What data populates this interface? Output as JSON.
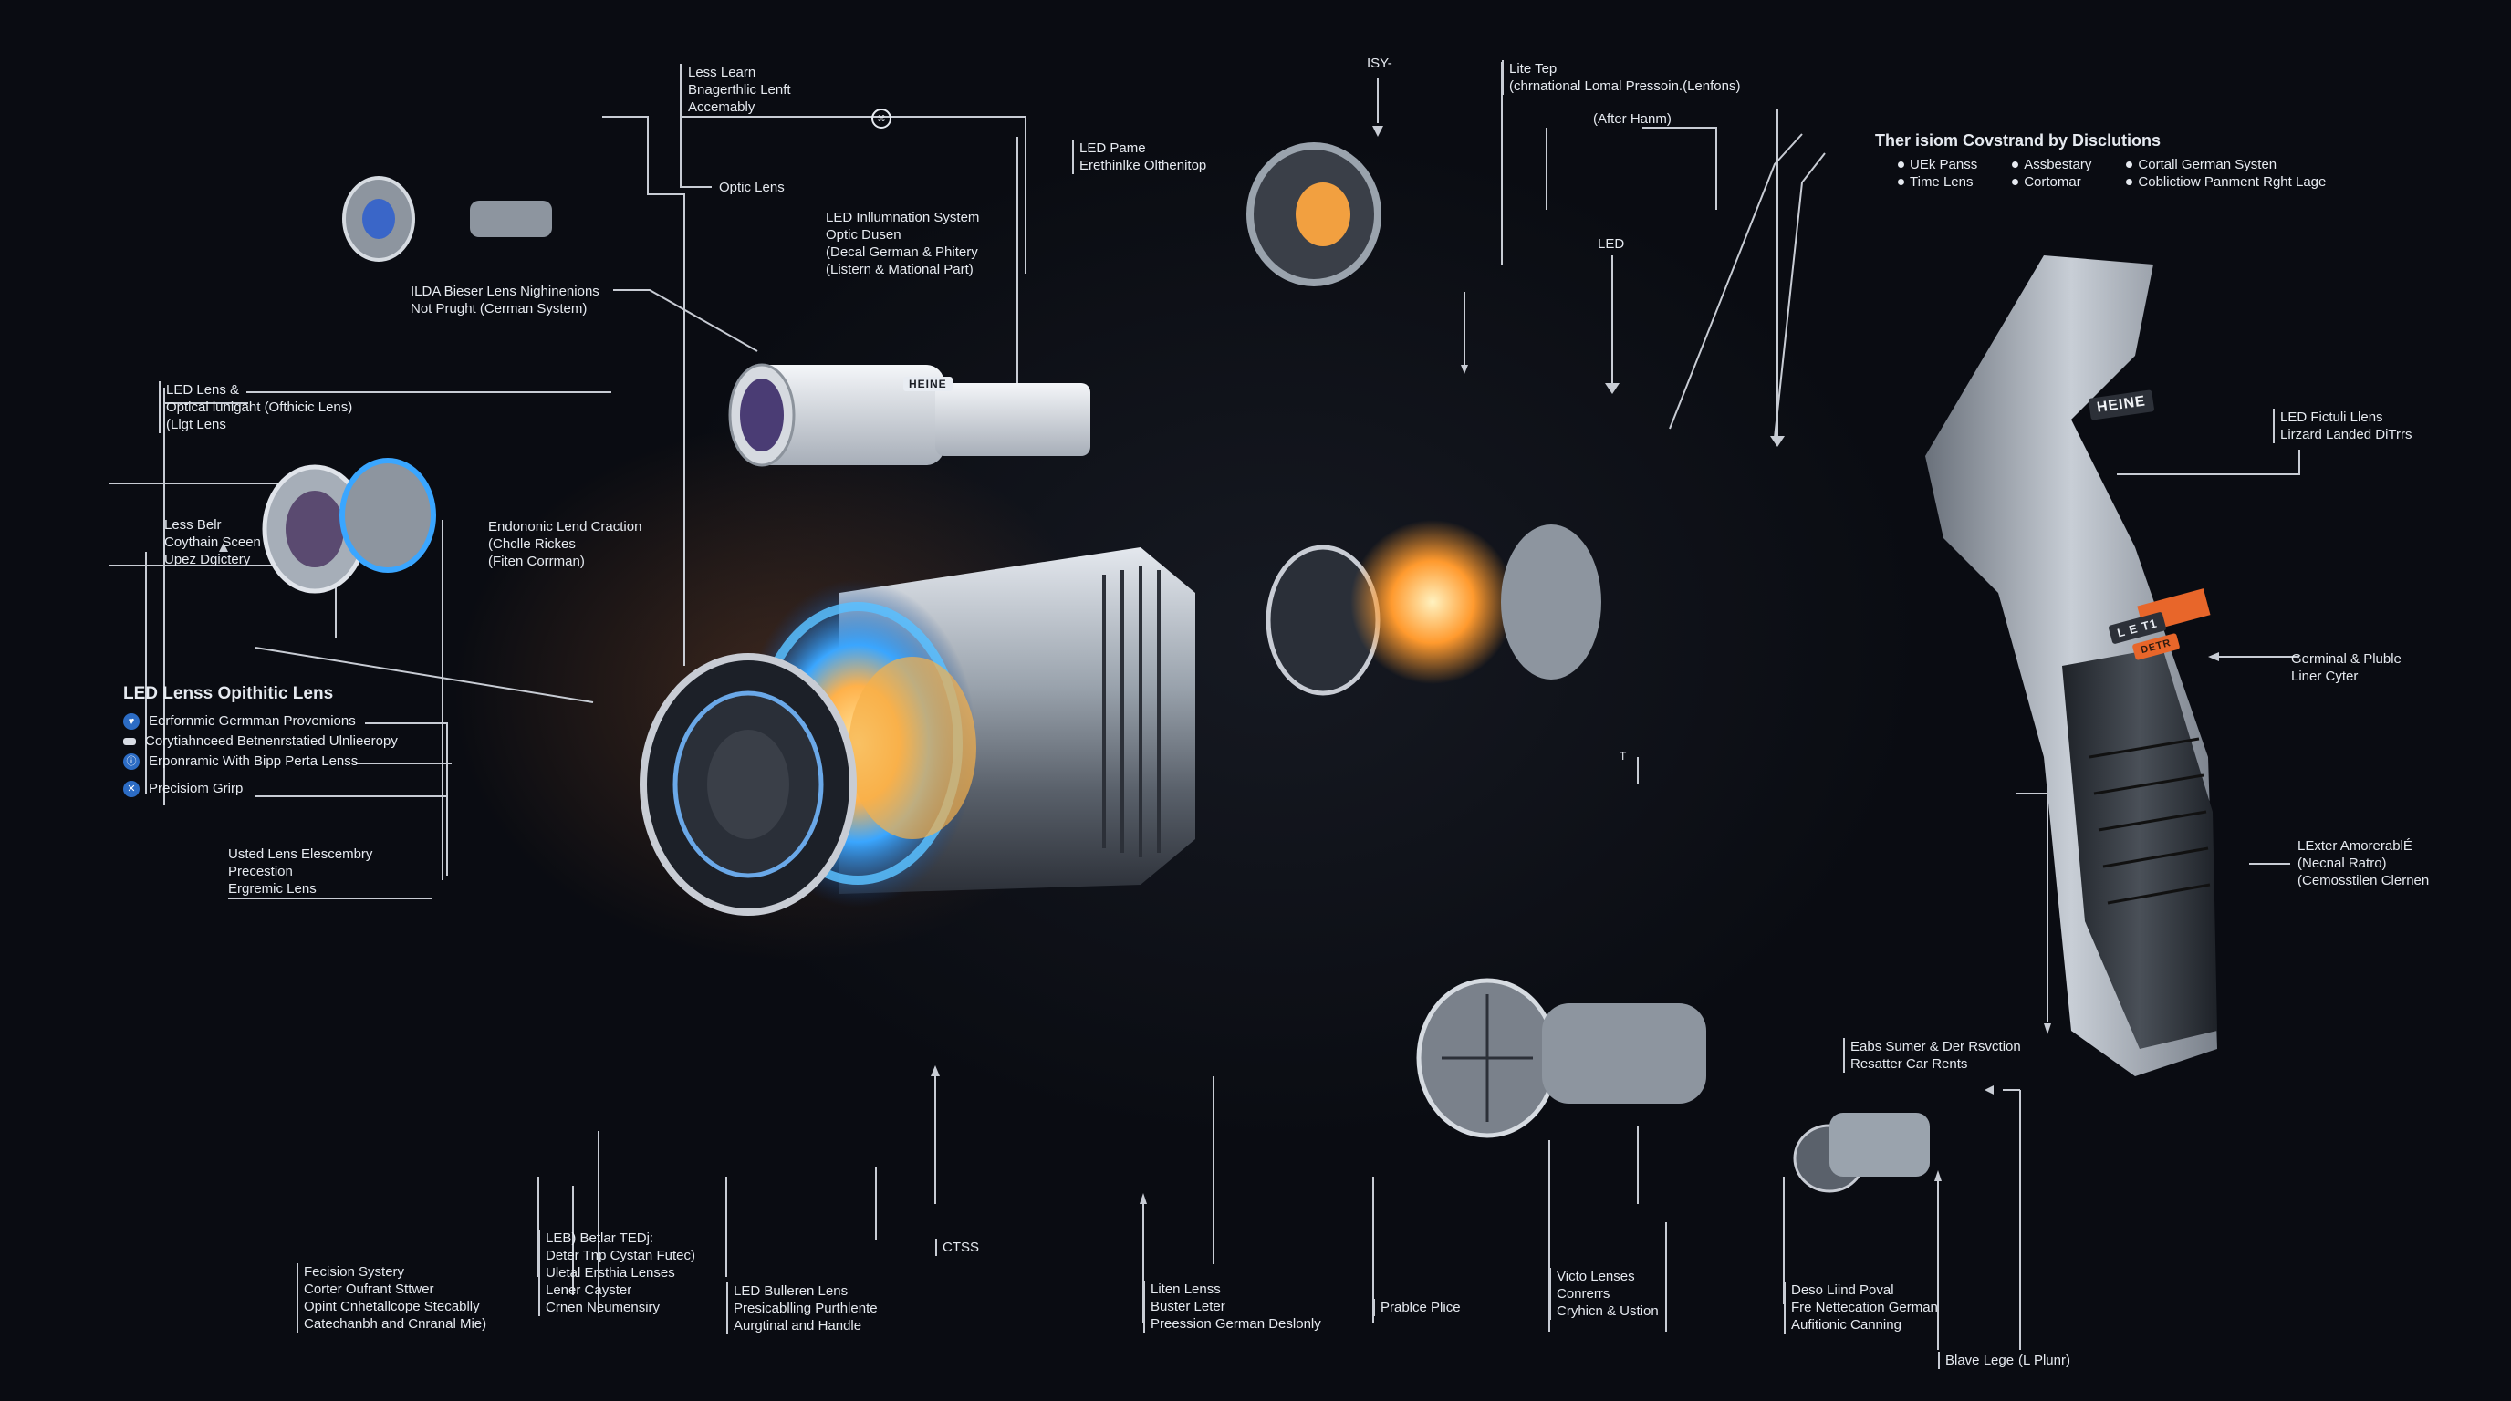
{
  "diagram": {
    "type": "exploded-view illustration",
    "subject": "HEINE ophthalmic instrument",
    "brand_marks": [
      "HEINE",
      "HEINE",
      "L E T1",
      "DETR"
    ],
    "accent_colors": {
      "background": "#0a0c12",
      "led_blue": "#3aa6ff",
      "led_orange": "#ff9a2e",
      "metal": "#9aa3ad",
      "handle_orange": "#e8662a",
      "line": "#c8ccd4"
    }
  },
  "labels": {
    "less_learn": [
      "Less Learn",
      "Bnagerthlic Lenft",
      "Accemably"
    ],
    "optic_lens": "Optic Lens",
    "led_illumination": [
      "LED Inllumnation System",
      "Optic Dusen",
      "(Decal German & Phitery",
      "(Listern & Mational Part)"
    ],
    "led_frame": [
      "LED Pame",
      "Erethinlke Olthenitop"
    ],
    "isy": "ISY-",
    "lite_top": [
      "Lite Tep",
      "(chrnational Lomal Pressoin.(Lenfons)"
    ],
    "after_hann": "(After Hanm)",
    "led": "LED",
    "ilda": [
      "ILDA Bieser Lens Nighinenions",
      "Not Prught (Cerman System)"
    ],
    "led_lens_optical": [
      "LED Lens &",
      "Optical lunigaht (Ofthicic Lens)",
      "(Llgt Lens"
    ],
    "less_belt": [
      "Less Belr",
      "Coythain Sceen",
      "Upez Dgictery"
    ],
    "endonomic": [
      "Endononic Lend Craction",
      "(Chclle Rickes",
      "(Fiten Corrman)"
    ],
    "used_lens": [
      "Usted Lens Elescembry",
      "Precestion",
      "Ergremic Lens"
    ],
    "precision_system": [
      "Fecision Systery",
      "Corter Oufrant Sttwer",
      "Opint Cnhetallcope Stecablly",
      "Catechanbh and Cnranal Mie)"
    ],
    "leb_betlar": [
      "LEB) Betlar TEDj:",
      "Deter Tnp Cystan Futec)",
      "Uletal Ersthia Lenses",
      "Lener Cayster",
      "Crnen Neumensiry"
    ],
    "led_bulleren": [
      "LED Bulleren Lens",
      "Presicablling Purthlente",
      "Aurgtinal and Handle"
    ],
    "ctss": "CTSS",
    "liten_lens": [
      "Liten Lenss",
      "Buster Leter",
      "Preession German Deslonly"
    ],
    "prablce_plice": "Prablce Plice",
    "victo_lenses": [
      "Victo Lenses",
      "Conrerrs",
      "Cryhicn & Ustion"
    ],
    "deso_liind": [
      "Deso Liind Poval",
      "Fre Nettecation German",
      "Aufitionic Canning"
    ],
    "blave_lege": "Blave Lege",
    "l_plunr": "(L Plunr)",
    "eabs_sumer": [
      "Eabs Sumer & Der Rsvction",
      "Resatter Car Rents"
    ],
    "led_fictuli": [
      "LED Fictuli Llens",
      "Lirzard Landed DiTrrs"
    ],
    "germinal": [
      "Germinal & Pluble",
      "Liner Cyter"
    ],
    "lexter": [
      "LExter AmorerablÉ",
      "(Necnal Ratro)",
      "(Cemosstilen Clernen"
    ],
    "t_mark": "T"
  },
  "feature_box": {
    "title": "LED Lenss Opithitic Lens",
    "items": [
      {
        "icon": "heart-shield-icon",
        "text": "Eerfornmic Germman Provemions"
      },
      {
        "icon": "bar-icon",
        "text": "Corytiahnceed Betnenrstatied Ulnlieeropy"
      },
      {
        "icon": "info-circle-icon",
        "text": "Erponramic With Bipp Perta Lenss"
      },
      {
        "icon": "x-circle-icon",
        "text": "Precisiom Grirp"
      }
    ]
  },
  "legend_box": {
    "title": "Ther isiom Covstrand by Disclutions",
    "columns": [
      [
        "UEk Panss",
        "Time Lens"
      ],
      [
        "Assbestary",
        "Cortomar"
      ],
      [
        "Cortall German Systen",
        "Coblictiow Panment Rght Lage"
      ]
    ]
  }
}
